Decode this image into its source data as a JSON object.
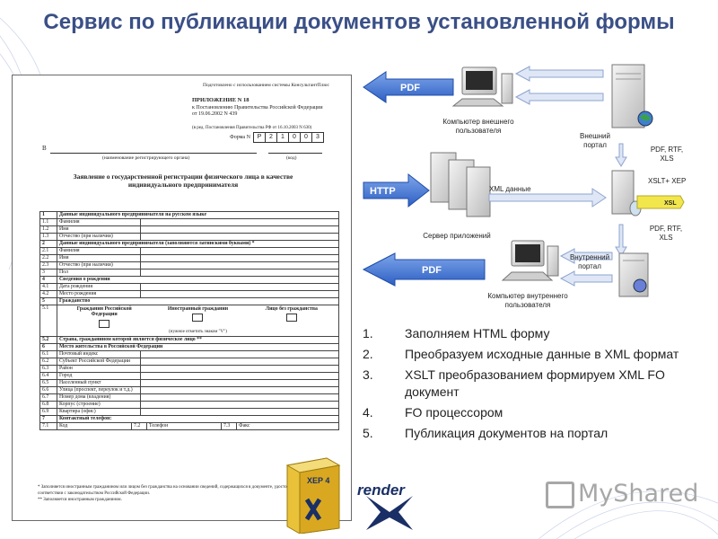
{
  "title": "Сервис по публикации документов установленной формы",
  "document": {
    "top_note": "Подготовлено с использованием системы КонсультантПлюс",
    "annex_title": "ПРИЛОЖЕНИЕ N 18",
    "annex_line1": "к Постановлению Правительства Российской Федерации",
    "annex_line2": "от 19.06.2002 N 439",
    "annex_line3": "(в ред. Постановления Правительства РФ от 16.10.2003 N 630)",
    "form_label": "Форма N",
    "form_code": [
      "Р",
      "2",
      "1",
      "0",
      "0",
      "3"
    ],
    "to_label": "В",
    "authority_caption": "(наименование регистрирующего органа)",
    "code_caption": "(код)",
    "heading": "Заявление о государственной регистрации физического лица в качестве индивидуального предпринимателя",
    "rows": [
      {
        "n": "1",
        "label": "Данные индивидуального предпринимателя на русском языке",
        "bold": true,
        "full": true
      },
      {
        "n": "1.1",
        "label": "Фамилия"
      },
      {
        "n": "1.2",
        "label": "Имя"
      },
      {
        "n": "1.3",
        "label": "Отчество (при наличии)"
      },
      {
        "n": "2",
        "label": "Данные индивидуального предпринимателя (заполняются латинскими буквами) *",
        "bold": true,
        "full": true
      },
      {
        "n": "2.1",
        "label": "Фамилия"
      },
      {
        "n": "2.2",
        "label": "Имя"
      },
      {
        "n": "2.3",
        "label": "Отчество (при наличии)"
      },
      {
        "n": "3",
        "label": "Пол"
      },
      {
        "n": "4",
        "label": "Сведения о рождении",
        "bold": true,
        "full": true
      },
      {
        "n": "4.1",
        "label": "Дата рождения"
      },
      {
        "n": "4.2",
        "label": "Место рождения"
      },
      {
        "n": "5",
        "label": "Гражданство",
        "bold": true,
        "full": true
      }
    ],
    "citizenship": {
      "n": "5.1",
      "col1": "Гражданин Российской Федерации",
      "col2": "Иностранный гражданин",
      "col3": "Лицо без гражданства",
      "note": "(нужное отметить знаком \"V\")"
    },
    "rows2": [
      {
        "n": "5.2",
        "label": "Страна, гражданином которой является физическое лицо **",
        "bold": true,
        "full": true
      },
      {
        "n": "6",
        "label": "Место жительства в Российской Федерации",
        "bold": true,
        "full": true
      },
      {
        "n": "6.1",
        "label": "Почтовый индекс"
      },
      {
        "n": "6.2",
        "label": "Субъект Российской Федерации"
      },
      {
        "n": "6.3",
        "label": "Район"
      },
      {
        "n": "6.4",
        "label": "Город"
      },
      {
        "n": "6.5",
        "label": "Населенный пункт"
      },
      {
        "n": "6.6",
        "label": "Улица (проспект, переулок и т.д.)"
      },
      {
        "n": "6.7",
        "label": "Номер дома (владения)"
      },
      {
        "n": "6.8",
        "label": "Корпус (строение)"
      },
      {
        "n": "6.9",
        "label": "Квартира (офис)"
      },
      {
        "n": "7",
        "label": "Контактный телефон:",
        "bold": true,
        "full": true
      }
    ],
    "phone_row": {
      "n": "7.1",
      "c1": "Код",
      "n2": "7.2",
      "c2": "Телефон",
      "n3": "7.3",
      "c3": "Факс"
    },
    "footnote1": "* Заполняется иностранным гражданином или лицом без гражданства на основании сведений, содержащихся в документе, удостоверяющем личность в соответствии с законодательством Российской Федерации.",
    "footnote2": "** Заполняется иностранным гражданином."
  },
  "diagram": {
    "arrow_pdf_top": "PDF",
    "arrow_http": "HTTP",
    "arrow_pdf_bottom": "PDF",
    "external_client": "Компьютер внешнего пользователя",
    "app_server": "Сервер приложений",
    "internal_client": "Компьютер внутреннего пользователя",
    "external_portal": "Внешний портал",
    "internal_portal": "Внутренний портал",
    "xml_data": "XML данные",
    "formats_top": "PDF, RTF, XLS",
    "formats_bottom": "PDF, RTF, XLS",
    "xslt_xep": "XSLT+ XEP",
    "xsl_badge": "XSL"
  },
  "steps": [
    {
      "n": "1.",
      "text": "Заполняем HTML форму"
    },
    {
      "n": "2.",
      "text": "Преобразуем исходные данные в XML формат"
    },
    {
      "n": "3.",
      "text": "XSLT преобразованием формируем XML FO документ"
    },
    {
      "n": "4.",
      "text": "FO процессором"
    },
    {
      "n": "5.",
      "text": "Публикация документов на портал"
    }
  ],
  "logos": {
    "xep_label": "XEP 4",
    "render_x": "render",
    "watermark": "MyShared"
  },
  "colors": {
    "title": "#3a4f86",
    "arrow_blue": "#3b6fd0",
    "arrow_light": "#c7d6ef",
    "xsl_badge": "#f2e64d"
  }
}
